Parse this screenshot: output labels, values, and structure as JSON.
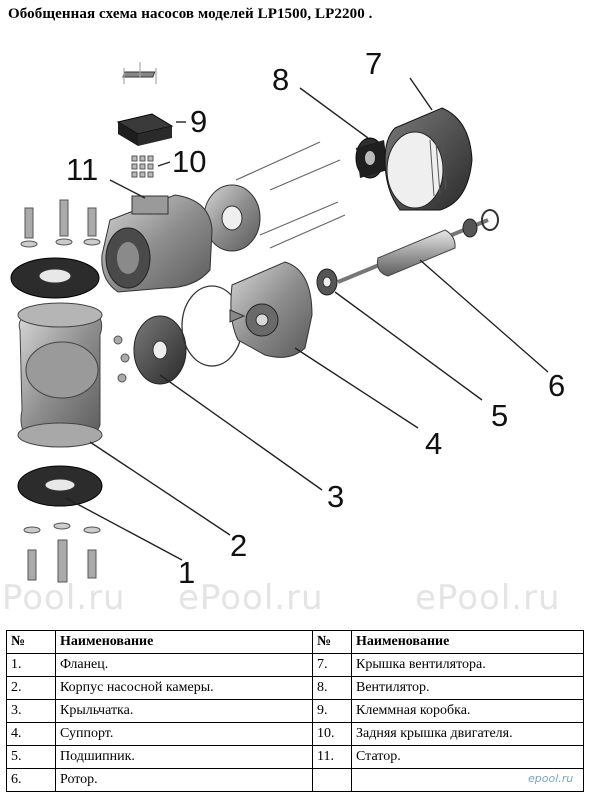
{
  "title": "Обобщенная схема насосов моделей LP1500, LP2200 .",
  "callouts": [
    "1",
    "2",
    "3",
    "4",
    "5",
    "6",
    "7",
    "8",
    "9",
    "10",
    "11"
  ],
  "watermark": "ePool.ru",
  "logo": "epool.ru",
  "table": {
    "headers": [
      "№",
      "Наименование",
      "№",
      "Наименование"
    ],
    "rows": [
      [
        "1.",
        "Фланец.",
        "7.",
        "Крышка вентилятора."
      ],
      [
        "2.",
        "Корпус насосной камеры.",
        "8.",
        "Вентилятор."
      ],
      [
        "3.",
        "Крыльчатка.",
        "9.",
        "Клеммная коробка."
      ],
      [
        "4.",
        "Суппорт.",
        "10.",
        "Задняя крышка двигателя."
      ],
      [
        "5.",
        "Подшипник.",
        "11.",
        "Статор."
      ],
      [
        "6.",
        "Ротор.",
        "",
        ""
      ]
    ]
  }
}
